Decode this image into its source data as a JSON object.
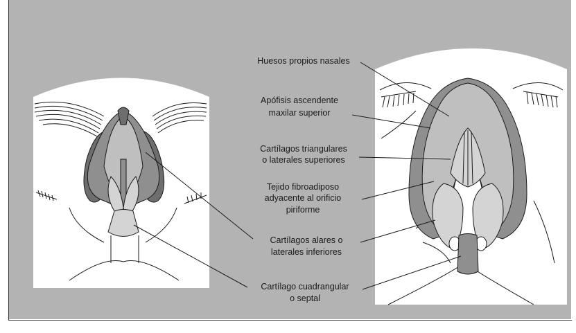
{
  "colors": {
    "background": "#b3b3b3",
    "vignette": "#ffffff",
    "dark_gray": "#6e6e6e",
    "mid_gray": "#8f8f8f",
    "light_gray": "#bfbfbf",
    "pale_gray": "#d4d4d4",
    "outline": "#1a1a1a"
  },
  "labels": {
    "huesos": "Huesos propios nasales",
    "apofisis_1": "Apófisis ascendente",
    "apofisis_2": "maxilar superior",
    "triangulares_1": "Cartílagos triangulares",
    "triangulares_2": "o laterales superiores",
    "tejido_1": "Tejido fibroadiposo",
    "tejido_2": "adyacente al orificio",
    "tejido_3": "piriforme",
    "alares_1": "Cartílagos alares o",
    "alares_2": "laterales inferiores",
    "septal_1": "Cartílago cuadrangular",
    "septal_2": "o septal"
  }
}
